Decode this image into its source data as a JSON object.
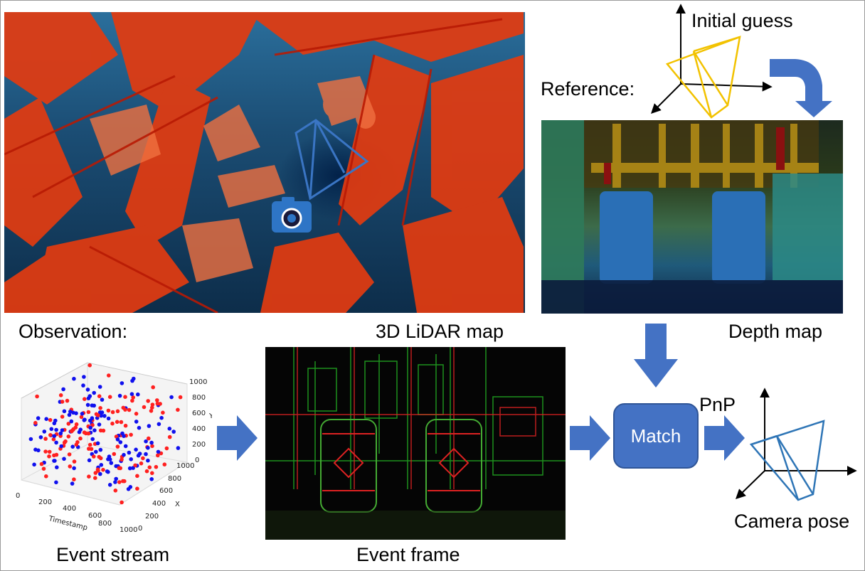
{
  "labels": {
    "initial_guess": "Initial guess",
    "reference": "Reference:",
    "observation": "Observation:",
    "lidar_map": "3D LiDAR map",
    "depth_map": "Depth map",
    "pnp": "PnP",
    "match": "Match",
    "camera_pose": "Camera pose",
    "event_stream": "Event stream",
    "event_frame": "Event frame"
  },
  "scatter_axes": {
    "timestamp_label": "Timestamp",
    "x_label": "X",
    "y_label": "Y",
    "timestamp_ticks": [
      "0",
      "200",
      "400",
      "600",
      "800",
      "1000"
    ],
    "x_ticks": [
      "0",
      "200",
      "400",
      "600",
      "800",
      "1000"
    ],
    "y_ticks": [
      "0",
      "200",
      "400",
      "600",
      "800",
      "1000"
    ]
  },
  "colors": {
    "arrow": "#4472c4",
    "guess_frustum": "#f2c200",
    "pose_frustum": "#2e75b6",
    "lidar_point": "#e8300c",
    "event_pos": "#ff2020",
    "event_neg": "#1010ee"
  }
}
